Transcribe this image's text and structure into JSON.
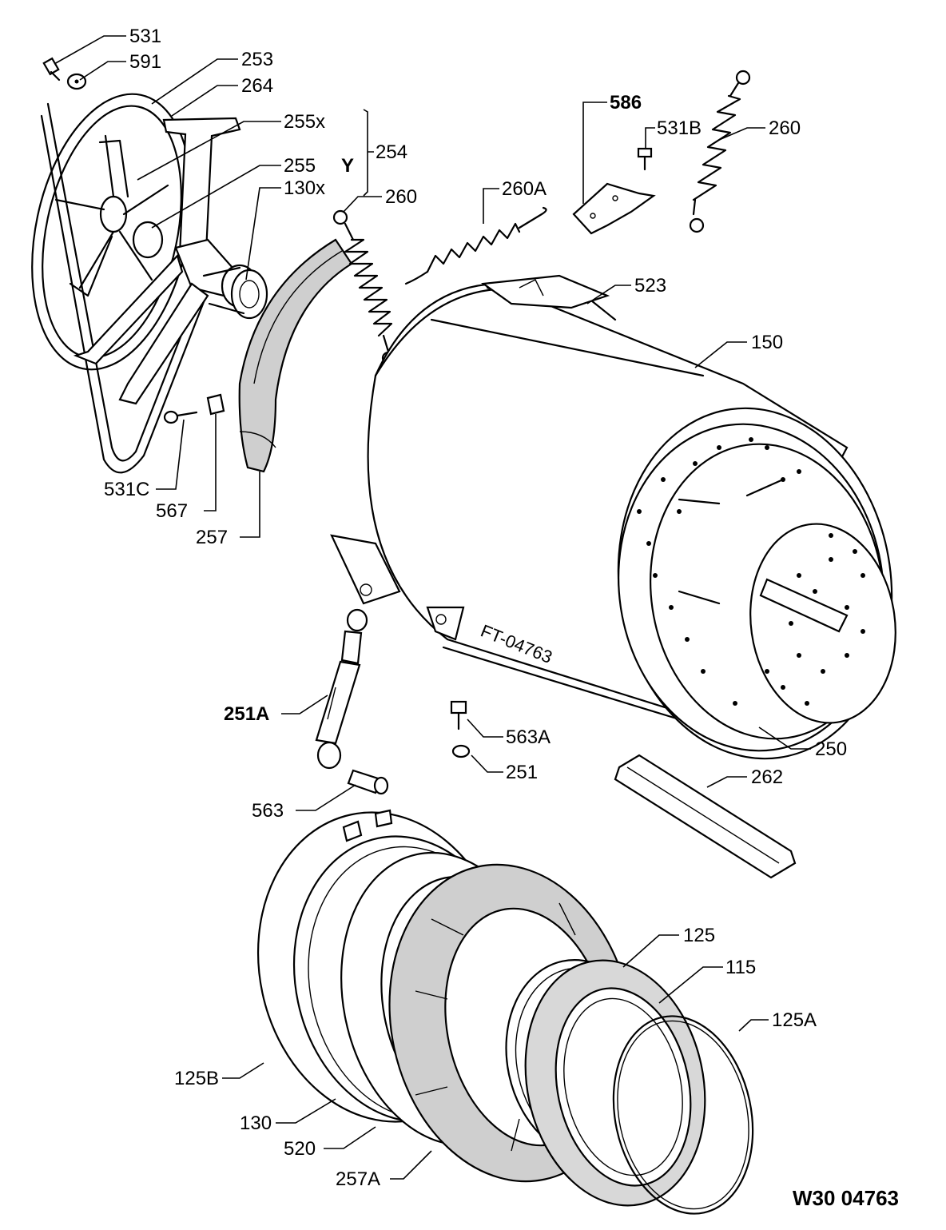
{
  "diagram": {
    "code": "W30 04763",
    "stamp": "FT-04763",
    "labels": {
      "l531": "531",
      "l591": "591",
      "l253": "253",
      "l264": "264",
      "l255x": "255x",
      "l255": "255",
      "lY": "Y",
      "l254": "254",
      "l130x": "130x",
      "l260a_top": "260",
      "l260A": "260A",
      "l586": "586",
      "l531B": "531B",
      "l260b_top": "260",
      "l523": "523",
      "l150": "150",
      "l531C": "531C",
      "l567": "567",
      "l257": "257",
      "l251A": "251A",
      "l563A": "563A",
      "l251": "251",
      "l250": "250",
      "l262": "262",
      "l563": "563",
      "l125": "125",
      "l115": "115",
      "l125A": "125A",
      "l125B": "125B",
      "l130": "130",
      "l520": "520",
      "l257A": "257A"
    }
  }
}
